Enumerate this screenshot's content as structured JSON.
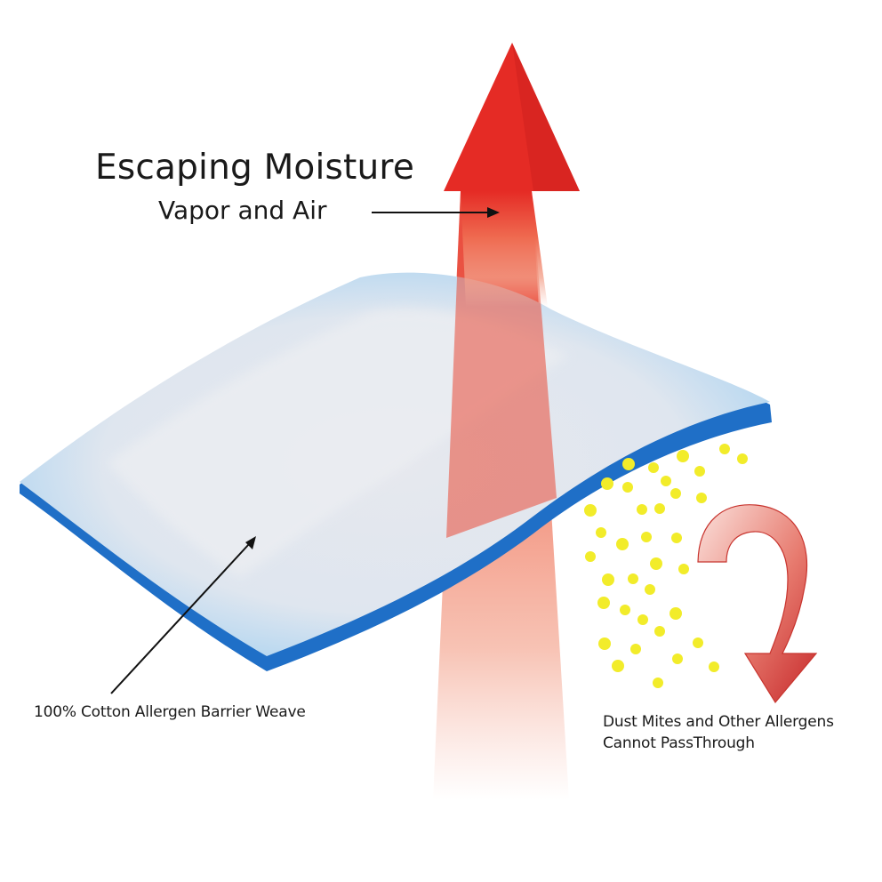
{
  "labels": {
    "escaping_moisture": "Escaping Moisture",
    "vapor_and_air": "Vapor and Air",
    "weave": "100% Cotton Allergen Barrier Weave",
    "dust_line1": "Dust Mites and Other Allergens",
    "dust_line2": "Cannot PassThrough"
  },
  "colors": {
    "arrow_red": "#e8362a",
    "fabric_blue": "#1e6fc8",
    "fabric_light": "#a9d3f2",
    "allergen_yellow": "#f4ee2c",
    "deflect_arrow": "#c8352f"
  },
  "icons": {
    "moisture_arrow": "up-arrow",
    "deflect_arrow": "curved-down-arrow",
    "allergens": "dots"
  }
}
